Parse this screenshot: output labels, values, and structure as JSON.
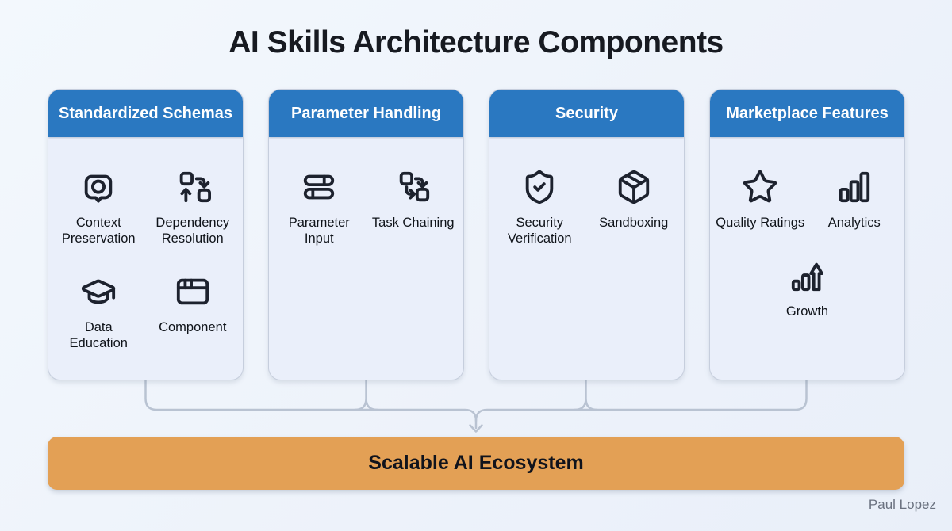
{
  "title": "AI Skills Architecture Components",
  "attribution": "Paul Lopez",
  "colors": {
    "header_blue": "#2a78c1",
    "card_body": "#eaeffa",
    "card_border": "#c6cedd",
    "ecosystem_orange": "#e3a055",
    "connector_gray": "#b9c3d2",
    "icon_stroke": "#1d222e",
    "background": "#eef3fa"
  },
  "cards": [
    {
      "title": "Standardized Schemas",
      "items": [
        {
          "icon": "badge-icon",
          "label": "Context Preservation"
        },
        {
          "icon": "dependency-icon",
          "label": "Dependency Resolution"
        },
        {
          "icon": "graduation-cap-icon",
          "label": "Data Education"
        },
        {
          "icon": "app-window-icon",
          "label": "Component"
        }
      ]
    },
    {
      "title": "Parameter Handling",
      "items": [
        {
          "icon": "sliders-icon",
          "label": "Parameter Input"
        },
        {
          "icon": "task-chain-icon",
          "label": "Task Chaining"
        }
      ]
    },
    {
      "title": "Security",
      "items": [
        {
          "icon": "shield-check-icon",
          "label": "Security Verification"
        },
        {
          "icon": "package-icon",
          "label": "Sandboxing"
        }
      ]
    },
    {
      "title": "Marketplace Features",
      "items": [
        {
          "icon": "star-icon",
          "label": "Quality Ratings"
        },
        {
          "icon": "bar-chart-icon",
          "label": "Analytics"
        },
        {
          "icon": "growth-arrow-icon",
          "label": "Growth",
          "span": true
        }
      ]
    }
  ],
  "ecosystem_bar": {
    "label": "Scalable AI Ecosystem"
  }
}
